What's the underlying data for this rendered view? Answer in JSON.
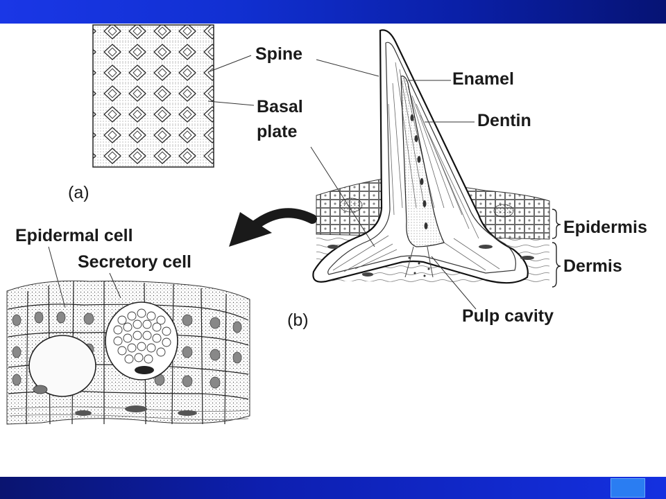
{
  "labels": {
    "spine": "Spine",
    "basal_plate_1": "Basal",
    "basal_plate_2": "plate",
    "enamel": "Enamel",
    "dentin": "Dentin",
    "panel_a": "(a)",
    "panel_b": "(b)",
    "epidermis": "Epidermis",
    "dermis": "Dermis",
    "pulp_cavity": "Pulp cavity",
    "epidermal_cell": "Epidermal cell",
    "secretory_cell": "Secretory cell"
  },
  "colors": {
    "top_bar": "#1130d2",
    "bottom_bar": "#0d1fb0",
    "nav_square": "#2a7df2"
  }
}
